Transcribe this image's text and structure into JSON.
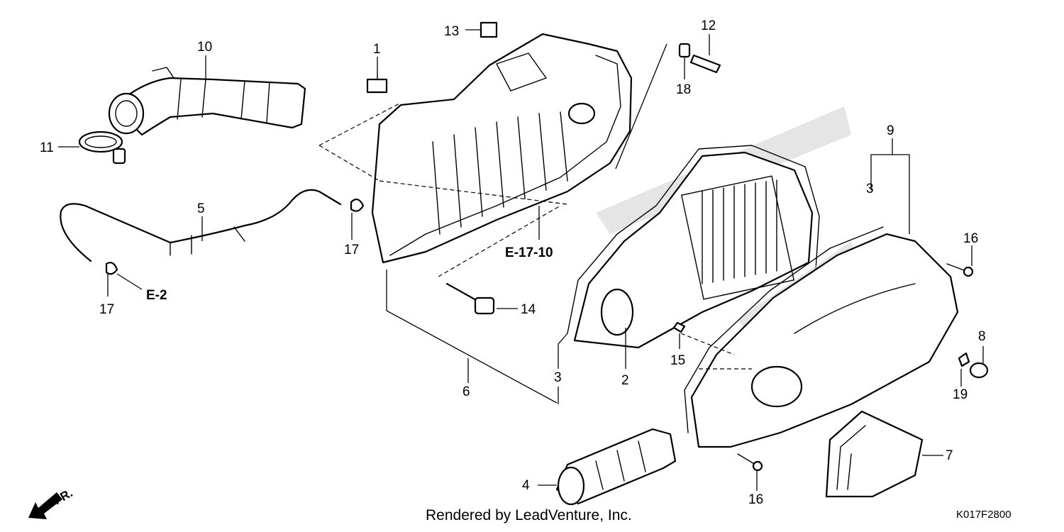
{
  "callouts": {
    "c1": "1",
    "c2": "2",
    "c3a": "3",
    "c3b": "3",
    "c4": "4",
    "c5": "5",
    "c6": "6",
    "c7": "7",
    "c8": "8",
    "c9": "9",
    "c10": "10",
    "c11": "11",
    "c12": "12",
    "c13": "13",
    "c14": "14",
    "c15": "15",
    "c16a": "16",
    "c16b": "16",
    "c17a": "17",
    "c17b": "17",
    "c18": "18",
    "c19": "19"
  },
  "references": {
    "e17": "E-17-10",
    "e2": "E-2"
  },
  "direction": {
    "label": "FR.",
    "icon": "front-arrow-icon"
  },
  "credit": "Rendered by LeadVenture, Inc.",
  "diagram_code": "K017F2800"
}
